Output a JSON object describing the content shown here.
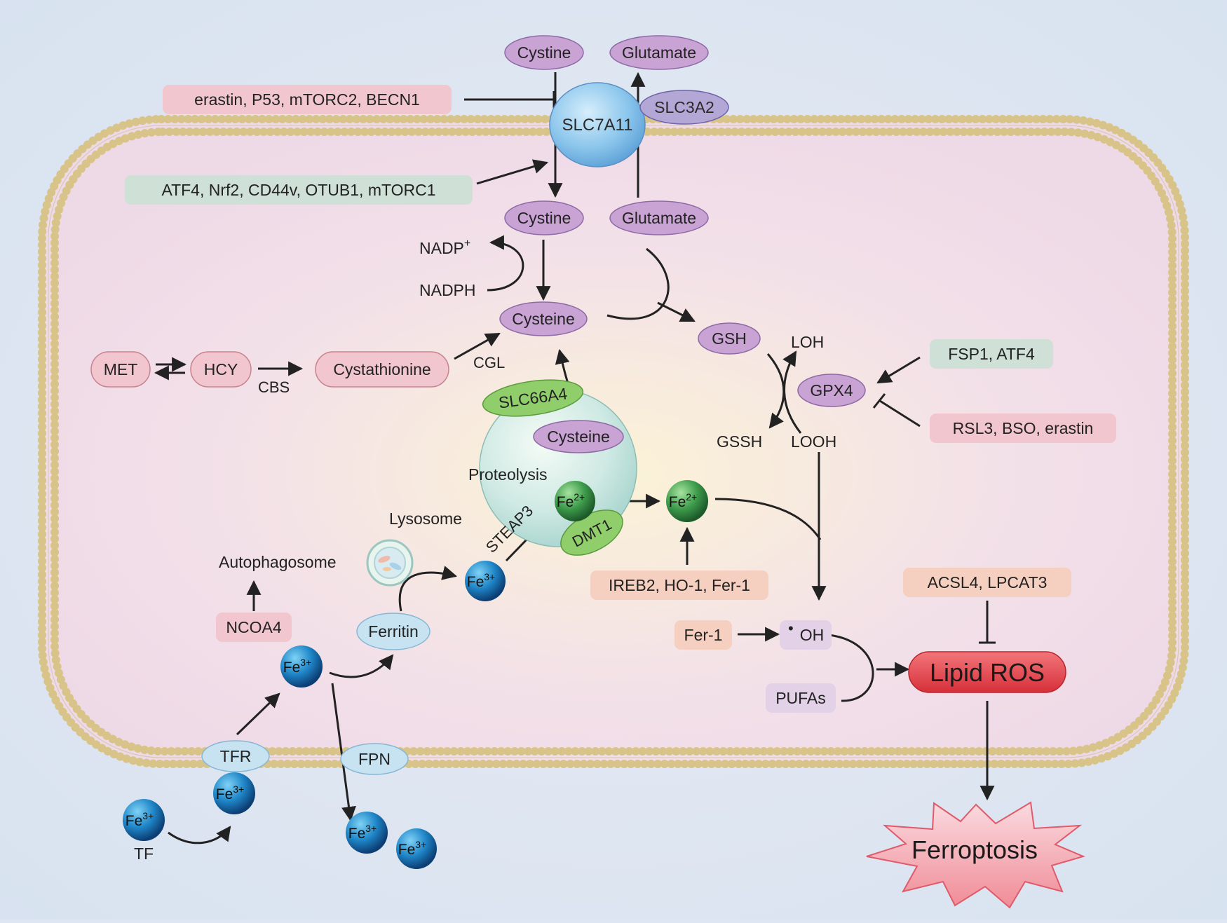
{
  "colors": {
    "background": "#dde6f2",
    "cell_interior": "#f2dcea",
    "membrane_bead": "#d8c488",
    "purple_pill": "#c9a3d3",
    "pink_box": "#f2c6cf",
    "green_box": "#cfe0d6",
    "salmon_box": "#f5cfbf",
    "lipid_ros": "#e8464e",
    "iron_ball": "#1f86c8",
    "ferrous_ball": "#3f9d4c"
  },
  "metabolites": {
    "cystine_out": "Cystine",
    "glutamate_out": "Glutamate",
    "cystine_in": "Cystine",
    "glutamate_in": "Glutamate",
    "cysteine": "Cysteine",
    "lyso_cysteine": "Cysteine",
    "gsh": "GSH",
    "gpx4": "GPX4",
    "met": "MET",
    "hcy": "HCY",
    "cystathionine": "Cystathionine",
    "nadp": "NADP",
    "nadp_sup": "+",
    "nadph": "NADPH",
    "loh": "LOH",
    "gssh": "GSSH",
    "looh": "LOOH",
    "cbs": "CBS",
    "cgl": "CGL"
  },
  "transporters": {
    "slc7a11": "SLC7A11",
    "slc3a2": "SLC3A2",
    "slc66a4": "SLC66A4",
    "dmt1": "DMT1",
    "steap3": "STEAP3",
    "tfr": "TFR",
    "fpn": "FPN",
    "ferritin": "Ferritin"
  },
  "regulators": {
    "inhibitors_slc7a11": "erastin, P53, mTORC2, BECN1",
    "activators_slc7a11": "ATF4, Nrf2, CD44v, OTUB1, mTORC1",
    "activators_gpx4": "FSP1, ATF4",
    "inhibitors_gpx4": "RSL3, BSO, erastin",
    "iron_regulators": "IREB2, HO-1, Fer-1",
    "acsl4": "ACSL4, LPCAT3",
    "ncoa4": "NCOA4",
    "fer1": "Fer-1",
    "pufas": "PUFAs"
  },
  "labels": {
    "lysosome": "Lysosome",
    "proteolysis": "Proteolysis",
    "autophagosome": "Autophagosome",
    "tf": "TF",
    "oh": "OH",
    "oh_dot": "•",
    "lipid_ros": "Lipid ROS",
    "ferroptosis": "Ferroptosis"
  },
  "ions": {
    "fe3_base": "Fe",
    "fe3_charge": "3+",
    "fe2_base": "Fe",
    "fe2_charge": "2+"
  }
}
